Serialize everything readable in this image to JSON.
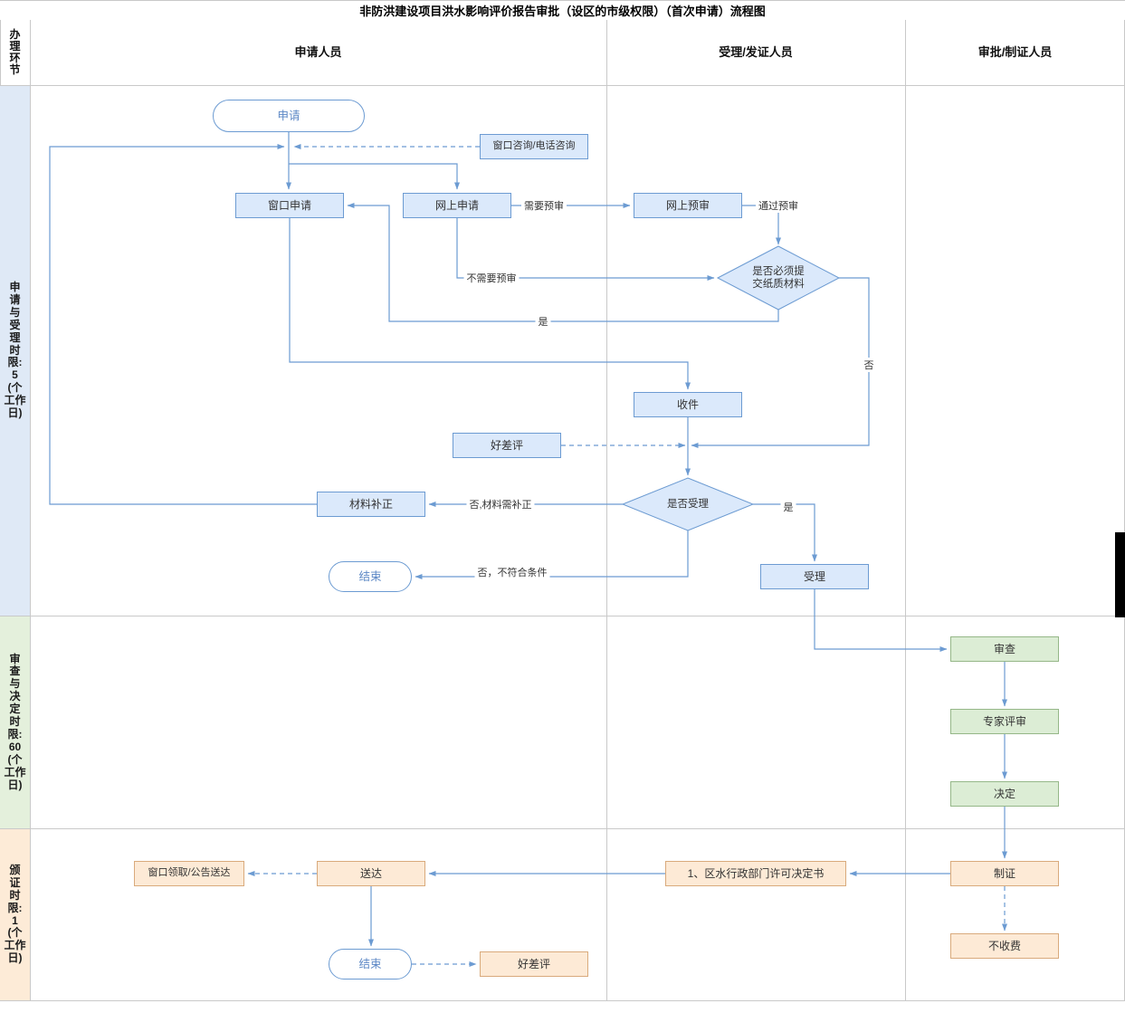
{
  "title": "非防洪建设项目洪水影响评价报告审批（设区的市级权限）（首次申请）流程图",
  "colors": {
    "edge": "#6c9bd2",
    "blue_fill": "#dbe9fb",
    "blue_border": "#6c9bd2",
    "green_fill": "#dcedd5",
    "green_border": "#95b788",
    "orange_fill": "#fdead6",
    "orange_border": "#d9aa7c",
    "stadium_text": "#5b87c5",
    "band1_bg": "#dfe9f6",
    "band2_bg": "#e4f0dc",
    "band3_bg": "#fdebd7"
  },
  "header": {
    "corner": "办\n理\n环\n节",
    "lanes": [
      "申请人员",
      "受理/发证人员",
      "审批/制证人员"
    ]
  },
  "bands": {
    "band1": "申\n请\n与\n受\n理\n时\n限:\n5\n(个\n工作\n日)",
    "band2": "审\n查\n与\n决\n定\n时\n限:\n60\n(个\n工作\n日)",
    "band3": "颁\n证\n时\n限:\n1\n(个\n工作\n日)"
  },
  "nodes": {
    "start": "申请",
    "consult": "窗口咨询/电话咨询",
    "window_apply": "窗口申请",
    "online_apply": "网上申请",
    "online_preview": "网上预审",
    "must_paper": "是否必须提\n交纸质材料",
    "receive": "收件",
    "rating1": "好差评",
    "accept_check": "是否受理",
    "correction": "材料补正",
    "end1": "结束",
    "accept": "受理",
    "review": "审查",
    "expert_review": "专家评审",
    "decide": "决定",
    "make_cert": "制证",
    "decision_doc": "1、区水行政部门许可决定书",
    "deliver": "送达",
    "pickup": "窗口领取/公告送达",
    "end2": "结束",
    "rating2": "好差评",
    "no_fee": "不收费"
  },
  "edge_labels": {
    "need_preview": "需要预审",
    "pass_preview": "通过预审",
    "no_preview": "不需要预审",
    "yes_paper": "是",
    "no_paper": "否",
    "no_correct": "否,材料需补正",
    "no_reject": "否，不符合条件",
    "yes_accept": "是"
  }
}
